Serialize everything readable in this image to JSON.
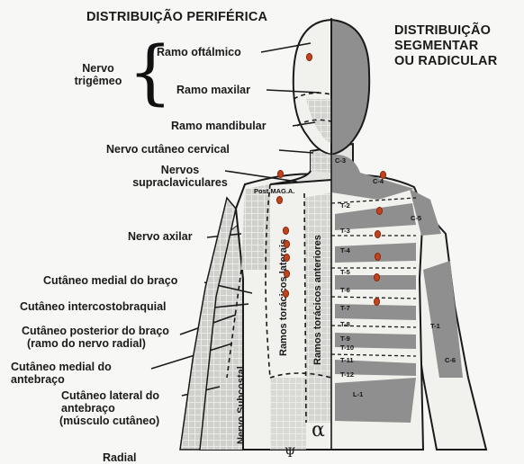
{
  "titles": {
    "left": "DISTRIBUIÇÃO PERIFÉRICA",
    "right_line1": "DISTRIBUIÇÃO",
    "right_line2": "SEGMENTAR",
    "right_line3": "OU RADICULAR"
  },
  "trigeminal": {
    "label_line1": "Nervo",
    "label_line2": "trigêmeo",
    "branch_ophthalmic": "Ramo oftálmico",
    "branch_maxillary": "Ramo maxilar",
    "branch_mandibular": "Ramo mandibular"
  },
  "labels": {
    "cervical": "Nervo cutâneo cervical",
    "supraclav_line1": "Nervos",
    "supraclav_line2": "supraclaviculares",
    "axillary": "Nervo axilar",
    "medial_arm": "Cutâneo medial do braço",
    "intercostobrachial": "Cutâneo intercostobraquial",
    "posterior_arm_line1": "Cutâneo posterior do braço",
    "posterior_arm_line2": "(ramo do nervo radial)",
    "medial_forearm_line1": "Cutâneo medial do",
    "medial_forearm_line2": "antebraço",
    "lateral_forearm_line1": "Cutâneo lateral do",
    "lateral_forearm_line2": "antebraço",
    "lateral_forearm_line3": "(músculo cutâneo)",
    "radial": "Radial",
    "lateral_thoracic": "Ramos torácicos laterais",
    "anterior_thoracic": "Ramos torácicos anteriores",
    "subcostal": "Nervo Subcostal",
    "small_shoulder": "Post.MAG.A.",
    "alpha": "α",
    "psi": "Ψ"
  },
  "segments": [
    "C-3",
    "C-4",
    "C-5",
    "T-2",
    "T-3",
    "T-4",
    "T-5",
    "T-6",
    "T-7",
    "T-8",
    "T-9",
    "T-10",
    "T-11",
    "T-12",
    "L-1",
    "T-1",
    "C-6"
  ],
  "colors": {
    "dot": "#c0441e",
    "shade": "#8f8f8f",
    "grid": "#c7c7c7",
    "outline": "#1a1a1a"
  }
}
